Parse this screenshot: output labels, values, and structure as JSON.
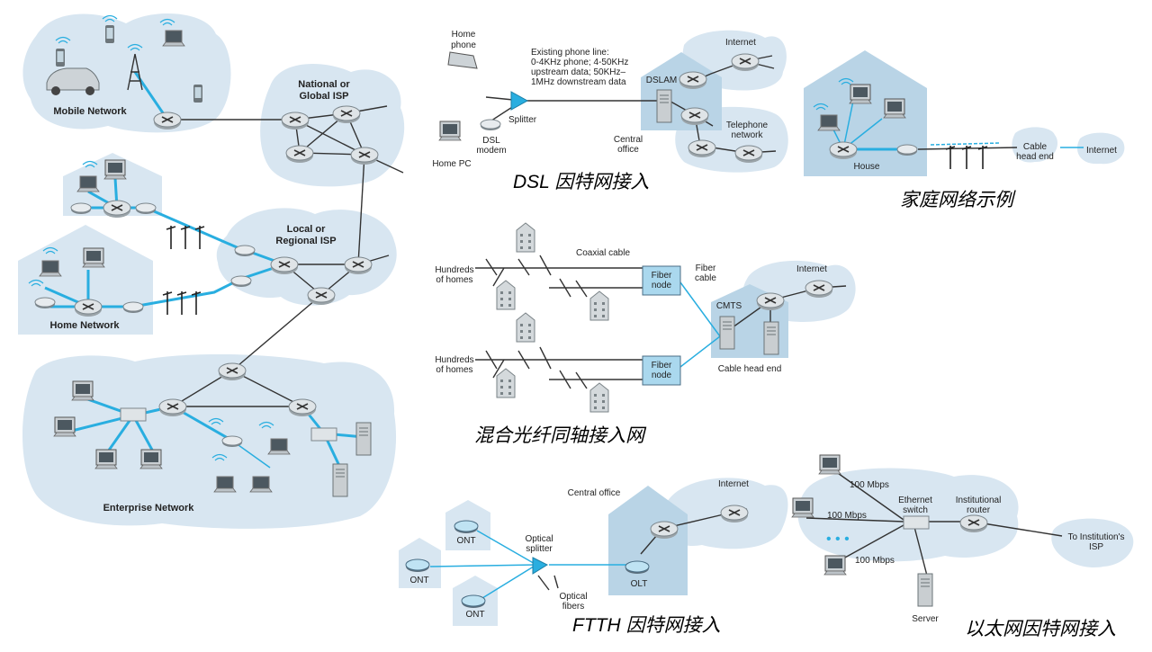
{
  "colors": {
    "cloud": "#d8e6f1",
    "house": "#b9d4e6",
    "access_link": "#29aee0",
    "link": "#333333"
  },
  "core": {
    "mobile_network": "Mobile Network",
    "national_isp": [
      "National or",
      "Global ISP"
    ],
    "local_isp": [
      "Local or",
      "Regional ISP"
    ],
    "home_network": "Home Network",
    "enterprise_network": "Enterprise Network"
  },
  "dsl": {
    "home_phone": [
      "Home",
      "phone"
    ],
    "phone_line": [
      "Existing phone line:",
      "0-4KHz phone; 4-50KHz",
      "upstream data; 50KHz–",
      "1MHz downstream data"
    ],
    "splitter": "Splitter",
    "dsl_modem": [
      "DSL",
      "modem"
    ],
    "home_pc": "Home PC",
    "dslam": "DSLAM",
    "central_office": [
      "Central",
      "office"
    ],
    "internet": "Internet",
    "telephone_network": [
      "Telephone",
      "network"
    ],
    "caption": "DSL 因特网接入"
  },
  "home": {
    "house": "House",
    "cable_head_end": [
      "Cable",
      "head end"
    ],
    "internet": "Internet",
    "caption": "家庭网络示例"
  },
  "hfc": {
    "coaxial_cable": "Coaxial cable",
    "hundreds_of_homes": [
      "Hundreds",
      "of homes"
    ],
    "fiber_node": [
      "Fiber",
      "node"
    ],
    "fiber_cable": [
      "Fiber",
      "cable"
    ],
    "internet": "Internet",
    "cmts": "CMTS",
    "cable_head_end": "Cable head end",
    "caption": "混合光纤同轴接入网"
  },
  "ftth": {
    "central_office": "Central office",
    "internet": "Internet",
    "optical_splitter": [
      "Optical",
      "splitter"
    ],
    "ont": "ONT",
    "olt": "OLT",
    "optical_fibers": [
      "Optical",
      "fibers"
    ],
    "caption": "FTTH 因特网接入"
  },
  "ethernet": {
    "speed": "100 Mbps",
    "ethernet_switch": [
      "Ethernet",
      "switch"
    ],
    "institutional_router": [
      "Institutional",
      "router"
    ],
    "to_isp": [
      "To Institution's",
      "ISP"
    ],
    "server": "Server",
    "caption": "以太网因特网接入"
  }
}
